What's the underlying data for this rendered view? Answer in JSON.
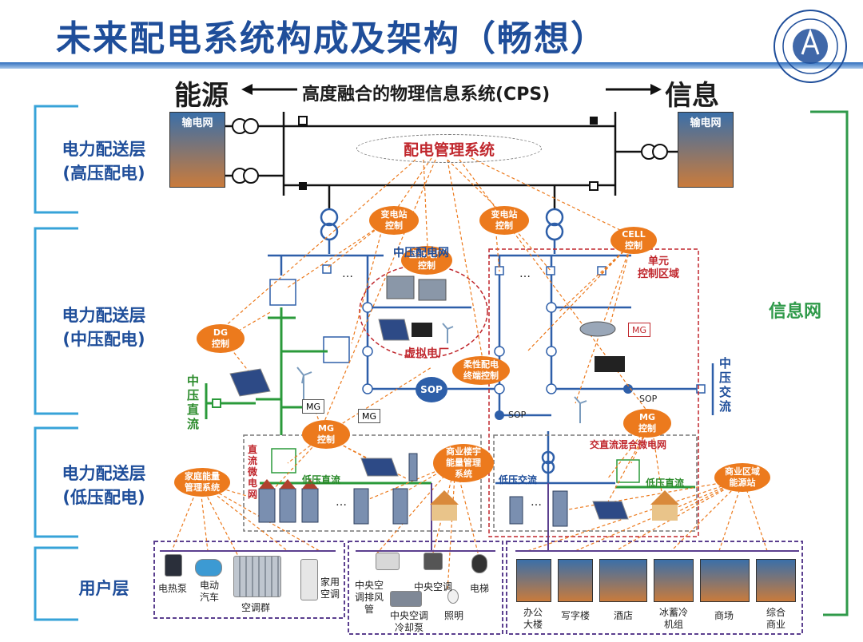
{
  "title": "未来配电系统构成及架构（畅想）",
  "header": {
    "left": "能源",
    "center": "高度融合的物理信息系统(CPS)",
    "right": "信息"
  },
  "layers": {
    "high": [
      "电力配送层",
      "(高压配电)"
    ],
    "mid": [
      "电力配送层",
      "(中压配电)"
    ],
    "low": [
      "电力配送层",
      "(低压配电)"
    ],
    "user": "用户层",
    "info": "信息网"
  },
  "grid": {
    "left": "输电网",
    "right": "输电网",
    "dms": "配电管理系统"
  },
  "bubbles": {
    "sub1": [
      "变电站",
      "控制"
    ],
    "sub2": [
      "变电站",
      "控制"
    ],
    "vpp": [
      "虚拟电厂",
      "控制"
    ],
    "cell": [
      "CELL",
      "控制"
    ],
    "dg": [
      "DG",
      "控制"
    ],
    "flex": [
      "柔性配电",
      "终端控制"
    ],
    "mg1": [
      "MG",
      "控制"
    ],
    "mg2": [
      "MG",
      "控制"
    ],
    "home": [
      "家庭能量",
      "管理系统"
    ],
    "bldg": [
      "商业楼宇",
      "能量管理",
      "系统"
    ],
    "district": [
      "商业区域",
      "能源站"
    ]
  },
  "labels": {
    "mvnet": "中压配电网",
    "cellzone": [
      "单元",
      "控制区域"
    ],
    "vppzone": "虚拟电厂",
    "mvdc": [
      "中",
      "压",
      "直",
      "流"
    ],
    "mvac": [
      "中",
      "压",
      "交",
      "流"
    ],
    "dcmg": [
      "直",
      "流",
      "微",
      "电",
      "网"
    ],
    "lvdc": "低压直流",
    "lvac": "低压交流",
    "lvdc2": "低压直流",
    "hybrid": "交直流混合微电网",
    "sop": "SOP",
    "mg": "MG",
    "dots": "…"
  },
  "users": {
    "home": [
      "电热泵",
      "电动汽车",
      "空调群",
      "家用空调"
    ],
    "bldg": [
      "中央空调排风管",
      "中央空调",
      "电梯",
      "中央空调冷却泵",
      "照明"
    ],
    "district": [
      "办公大楼",
      "写字楼",
      "酒店",
      "冰蓄冷机组",
      "商场",
      "综合商业"
    ]
  },
  "colors": {
    "blue": "#1f4e9a",
    "orange": "#ec7a1d",
    "green": "#2a8a2a",
    "red": "#c0272d",
    "purple": "#5b3f8f"
  }
}
